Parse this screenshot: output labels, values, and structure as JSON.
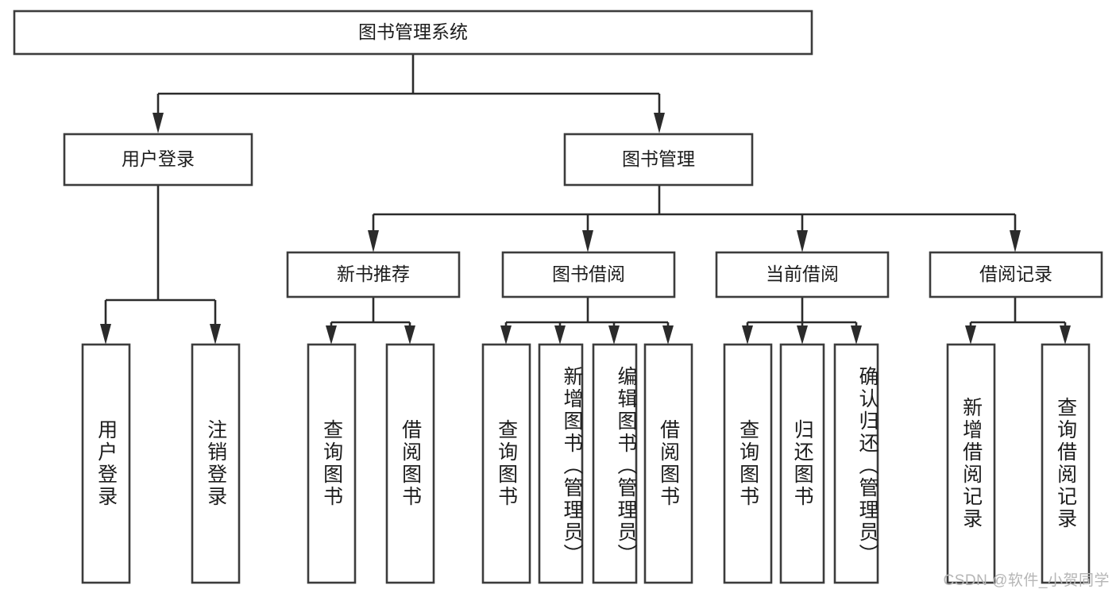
{
  "diagram": {
    "title": "图书管理系统",
    "type": "tree",
    "orientation": "top-down",
    "watermark": "CSDN @软件_小贺同学",
    "colors": {
      "box_fill": "#ffffff",
      "box_stroke": "#3c3c3c",
      "connector": "#2b2b2b",
      "text": "#1c1c1c",
      "watermark": "#b6b6b6",
      "background": "#ffffff"
    },
    "levels": {
      "root": {
        "label": "图书管理系统"
      },
      "level2": [
        {
          "label": "用户登录"
        },
        {
          "label": "图书管理"
        }
      ],
      "level3": [
        {
          "label": "新书推荐"
        },
        {
          "label": "图书借阅"
        },
        {
          "label": "当前借阅"
        },
        {
          "label": "借阅记录"
        }
      ],
      "leaves": {
        "user_login": [
          {
            "label": "用户登录"
          },
          {
            "label": "注销登录"
          }
        ],
        "new_book_recommend": [
          {
            "label": "查询图书"
          },
          {
            "label": "借阅图书"
          }
        ],
        "book_borrow": [
          {
            "label": "查询图书"
          },
          {
            "label": "新增图书（管理员）"
          },
          {
            "label": "编辑图书（管理员）"
          },
          {
            "label": "借阅图书"
          }
        ],
        "current_borrow": [
          {
            "label": "查询图书"
          },
          {
            "label": "归还图书"
          },
          {
            "label": "确认归还（管理员）"
          }
        ],
        "borrow_record": [
          {
            "label": "新增借阅记录"
          },
          {
            "label": "查询借阅记录"
          }
        ]
      }
    }
  }
}
